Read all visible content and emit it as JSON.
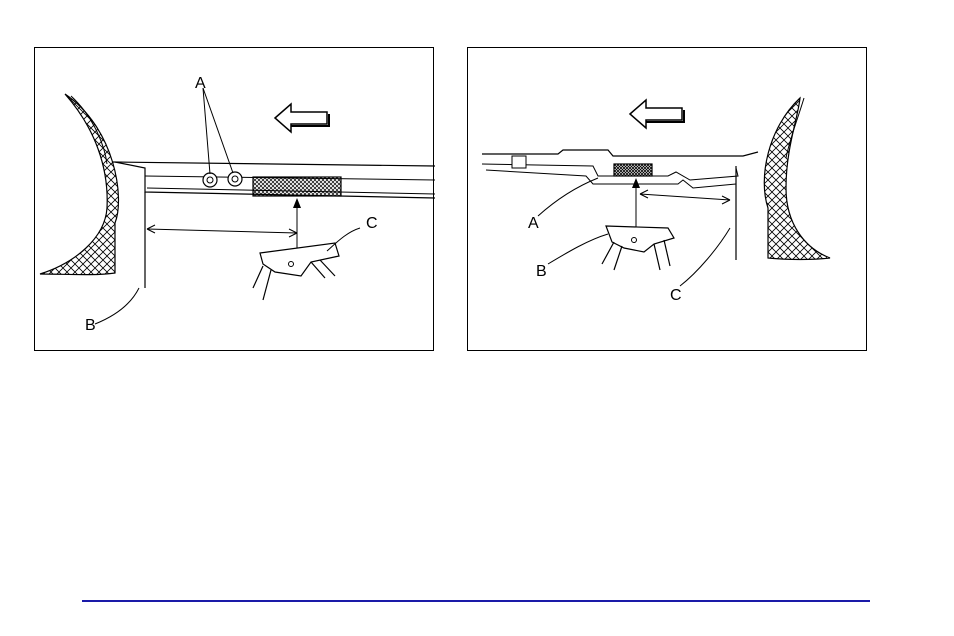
{
  "figures": [
    {
      "id": "left",
      "callouts": {
        "a": "A",
        "b": "B",
        "c": "C"
      }
    },
    {
      "id": "right",
      "callouts": {
        "a": "A",
        "b": "B",
        "c": "C"
      }
    }
  ],
  "colors": {
    "ink": "#000000",
    "footer_rule": "#1a1aa8"
  },
  "icons": [
    "front-direction-arrow-icon"
  ]
}
